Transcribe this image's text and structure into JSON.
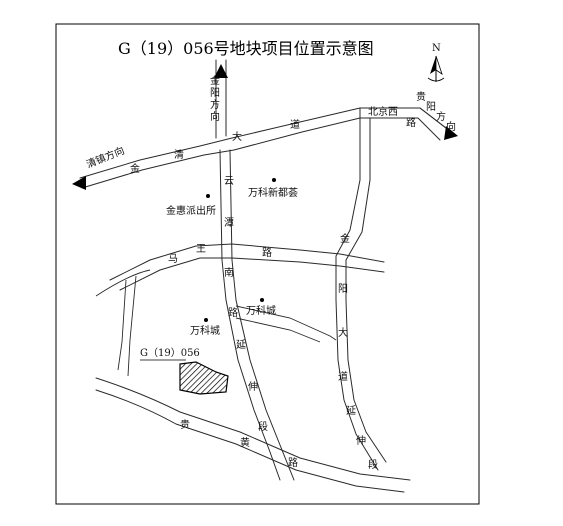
{
  "title": "G（19）056号地块项目位置示意图",
  "north": "N",
  "parcel_label": "G（19）056",
  "roads": {
    "daodao_top": "大",
    "daodao_top_2": "道",
    "jinqing_jin": "金",
    "jinqing_qing": "清",
    "beijingxi": "北京西",
    "beijingxi_lu": "路",
    "yun": "云",
    "tan": "潭",
    "nan": "南",
    "lu_yuntan": "路",
    "ma": "马",
    "wang": "王",
    "lu_mawang": "路",
    "jin_right": "金",
    "yang_right": "阳",
    "da_right": "大",
    "dao_right": "道",
    "yan_right": "延",
    "shen_right": "伸",
    "duan_right": "段",
    "yan_center": "延",
    "shen_center": "伸",
    "duan_center": "段",
    "gui_bottom": "贵",
    "huang_bottom": "黄",
    "lu_bottom": "路"
  },
  "directions": {
    "jinyang_v1": "金",
    "jinyang_v2": "阳",
    "jinyang_v3": "方",
    "jinyang_v4": "向",
    "guiyang_1": "贵",
    "guiyang_2": "阳",
    "guiyang_3": "方",
    "guiyang_4": "向",
    "qingzhen": "清镇方向"
  },
  "pois": {
    "vanke_xindu": "万科新都荟",
    "jinhui_police": "金惠派出所",
    "vanke_city_right": "万科城",
    "vanke_city_left": "万科城"
  }
}
